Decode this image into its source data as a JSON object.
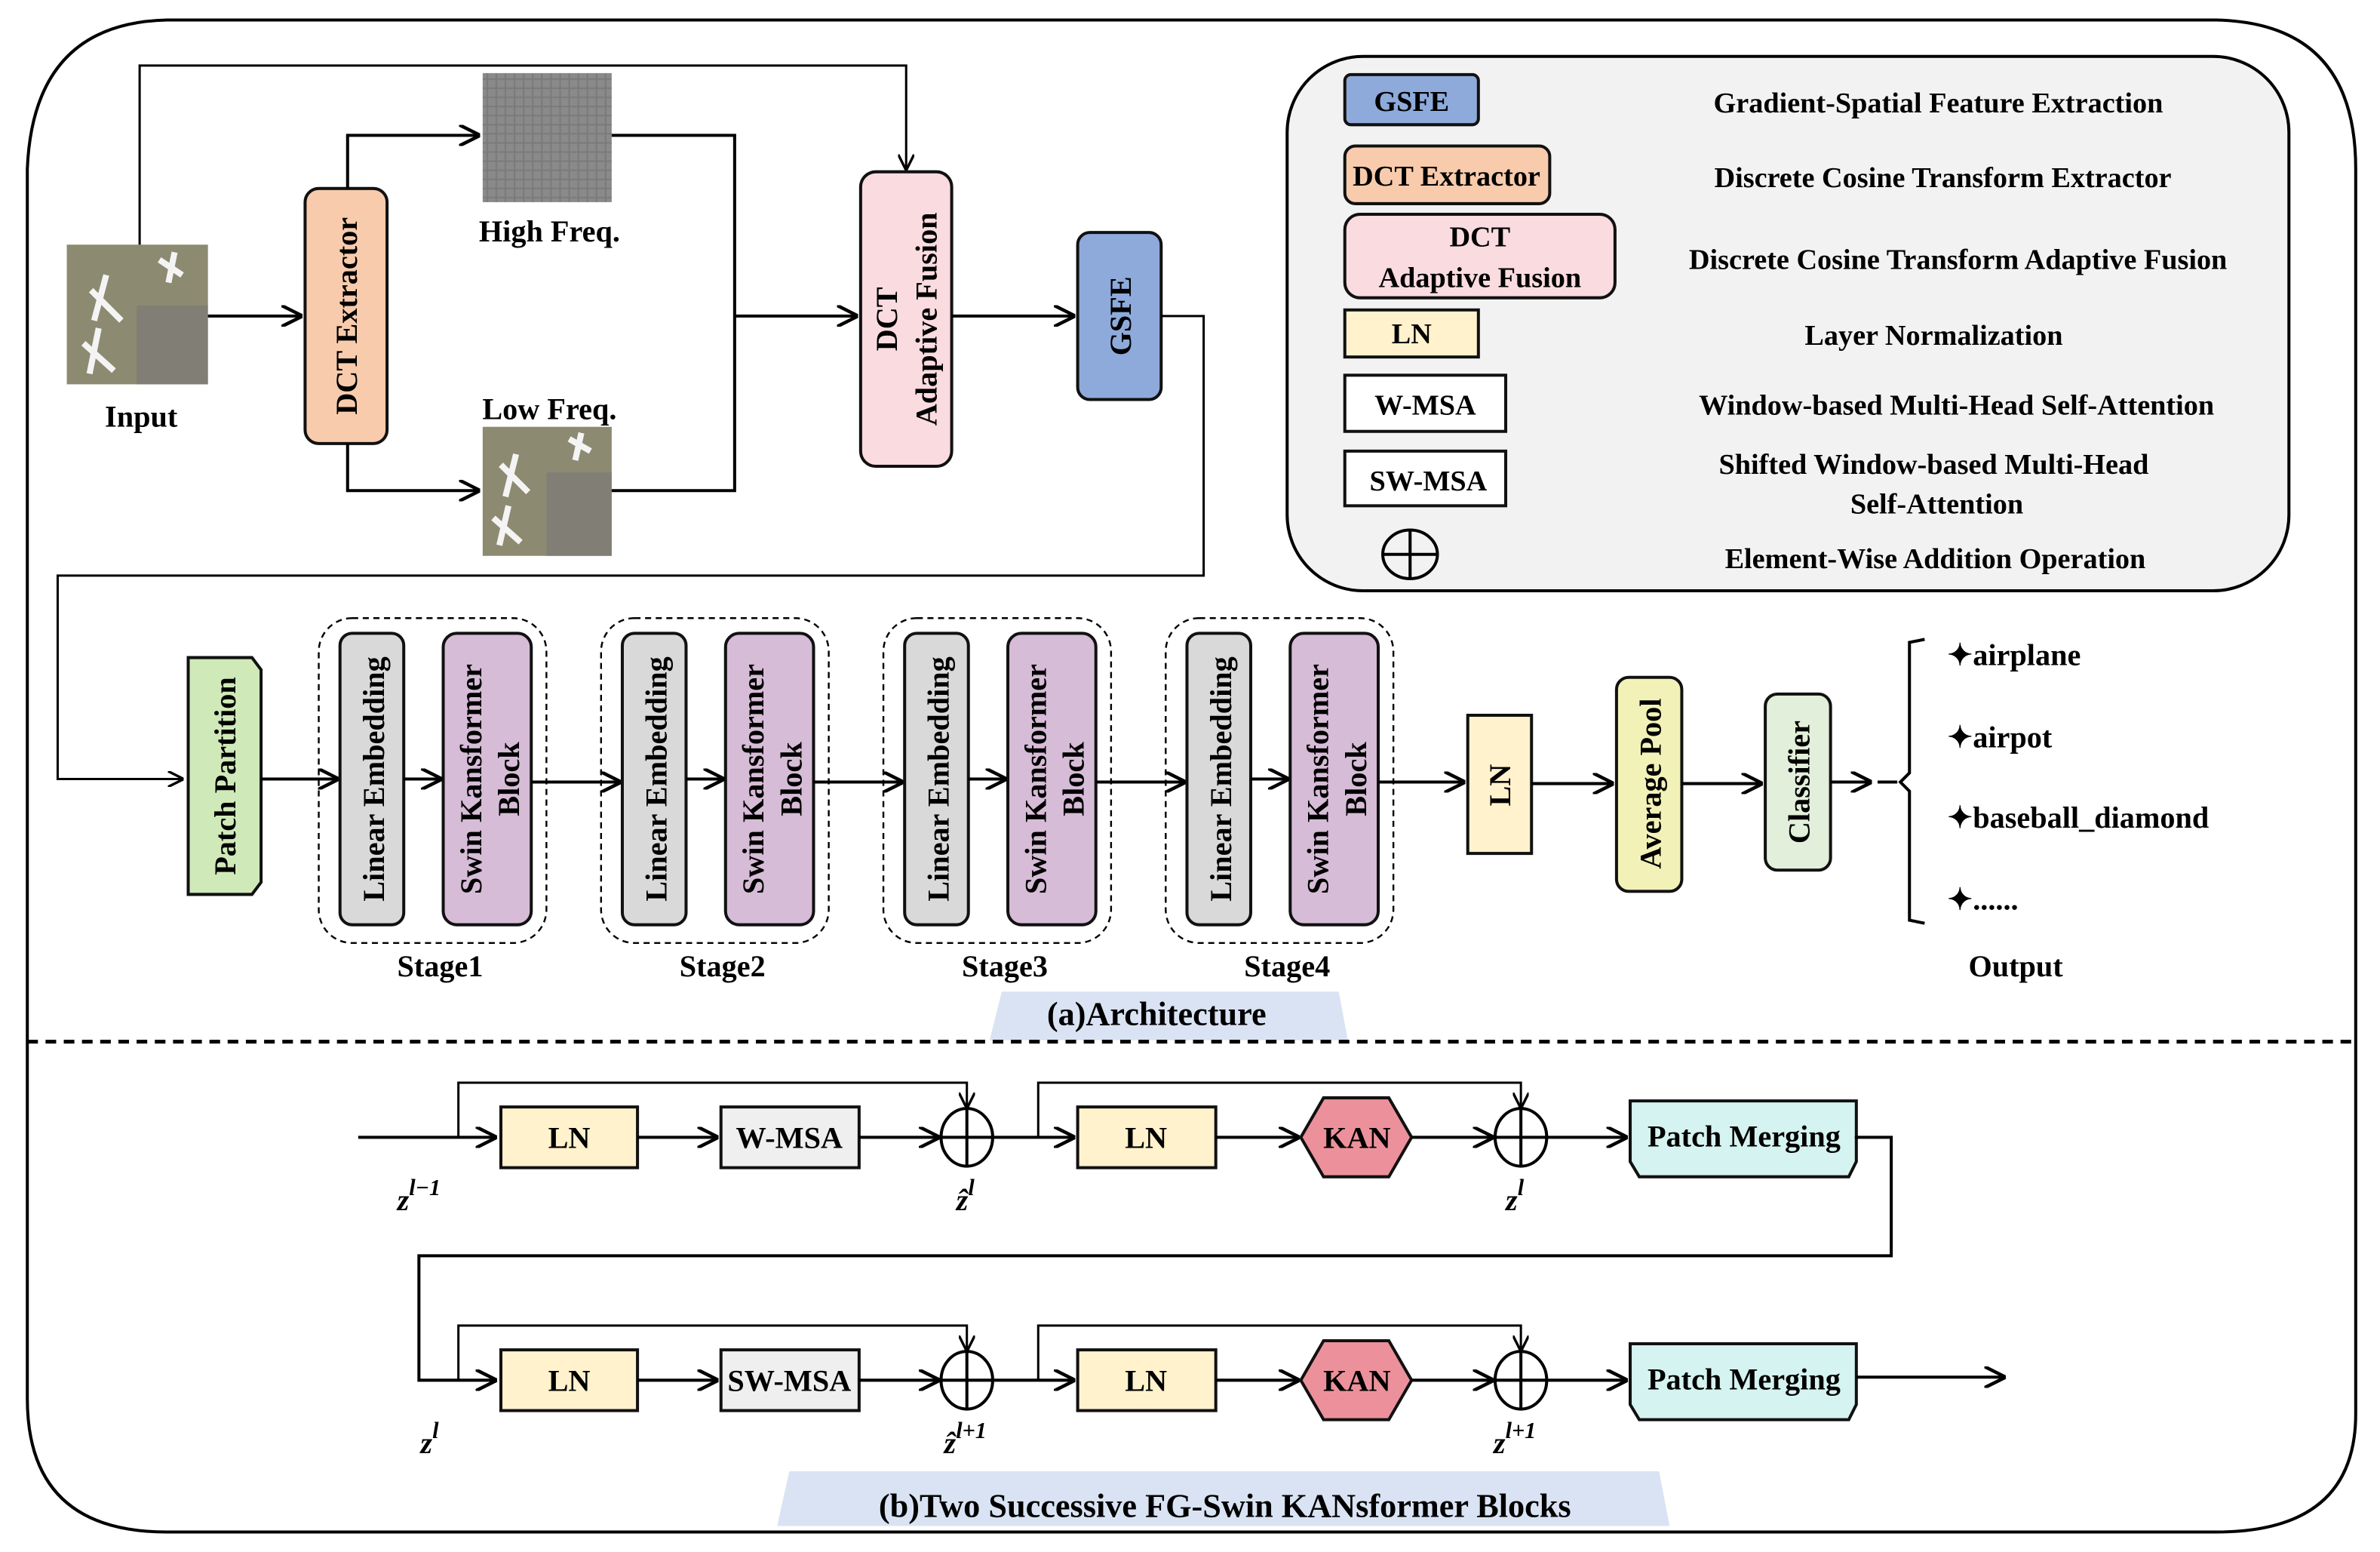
{
  "colors": {
    "gsfe": "#8eaadb",
    "dct_extractor": "#f7cbac",
    "dct_fusion": "#f9dbe0",
    "ln": "#fff2cc",
    "msa": "#efefef",
    "patch_partition": "#d0e9b9",
    "linear_embedding": "#d9d9d9",
    "swin_block": "#d6bcd6",
    "average_pool": "#f2f2b8",
    "classifier": "#e2efda",
    "kan": "#ec919b",
    "patch_merging": "#d5f3f0",
    "legend_bg": "#f2f2f2",
    "caption_bg": "#dae3f3"
  },
  "architecture": {
    "input_label": "Input",
    "dct_extractor": "DCT Extractor",
    "high_freq": "High Freq.",
    "low_freq": "Low Freq.",
    "dct_fusion_line1": "DCT",
    "dct_fusion_line2": "Adaptive Fusion",
    "gsfe": "GSFE",
    "patch_partition": "Patch Partition",
    "stages": [
      {
        "label": "Stage1",
        "embedding": "Linear Embedding",
        "block_line1": "Swin Kansformer",
        "block_line2": "Block"
      },
      {
        "label": "Stage2",
        "embedding": "Linear Embedding",
        "block_line1": "Swin Kansformer",
        "block_line2": "Block"
      },
      {
        "label": "Stage3",
        "embedding": "Linear Embedding",
        "block_line1": "Swin Kansformer",
        "block_line2": "Block"
      },
      {
        "label": "Stage4",
        "embedding": "Linear Embedding",
        "block_line1": "Swin Kansformer",
        "block_line2": "Block"
      }
    ],
    "ln": "LN",
    "average_pool": "Average Pool",
    "classifier": "Classifier",
    "outputs": [
      "✦airplane",
      "✦airpot",
      "✦baseball_diamond",
      "✦......"
    ],
    "output_label": "Output",
    "caption": "(a)Architecture"
  },
  "legend": {
    "items": [
      {
        "key": "GSFE",
        "desc": "Gradient-Spatial Feature Extraction"
      },
      {
        "key": "DCT Extractor",
        "desc": "Discrete Cosine Transform Extractor"
      },
      {
        "key_line1": "DCT",
        "key_line2": "Adaptive Fusion",
        "desc": "Discrete Cosine Transform Adaptive Fusion"
      },
      {
        "key": "LN",
        "desc": "Layer Normalization"
      },
      {
        "key": "W-MSA",
        "desc": "Window-based Multi-Head Self-Attention"
      },
      {
        "key": "SW-MSA",
        "desc_line1": "Shifted Window-based Multi-Head",
        "desc_line2": "Self-Attention"
      },
      {
        "key": "⊕",
        "desc": "Element-Wise Addition Operation"
      }
    ]
  },
  "blocks": {
    "row1": {
      "ln1": "LN",
      "msa": "W-MSA",
      "ln2": "LN",
      "kan": "KAN",
      "merge": "Patch Merging",
      "z_in": "z",
      "z_in_sup": "l−1",
      "z_hat": "ẑ",
      "z_hat_sup": "l",
      "z_out": "z",
      "z_out_sup": "l"
    },
    "row2": {
      "ln1": "LN",
      "msa": "SW-MSA",
      "ln2": "LN",
      "kan": "KAN",
      "merge": "Patch Merging",
      "z_in": "z",
      "z_in_sup": "l",
      "z_hat": "ẑ",
      "z_hat_sup": "l+1",
      "z_out": "z",
      "z_out_sup": "l+1"
    },
    "caption": "(b)Two Successive FG-Swin KANsformer Blocks"
  }
}
